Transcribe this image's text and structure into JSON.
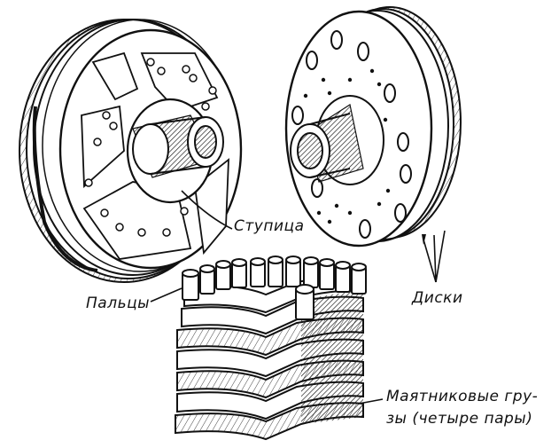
{
  "labels": {
    "hub": "Ступица",
    "pins": "Пальцы",
    "discs": "Диски",
    "weights_line1": "Маятниковые гру-",
    "weights_line2": "зы (четыре пары)"
  },
  "colors": {
    "ink": "#111111",
    "paper": "#ffffff"
  }
}
